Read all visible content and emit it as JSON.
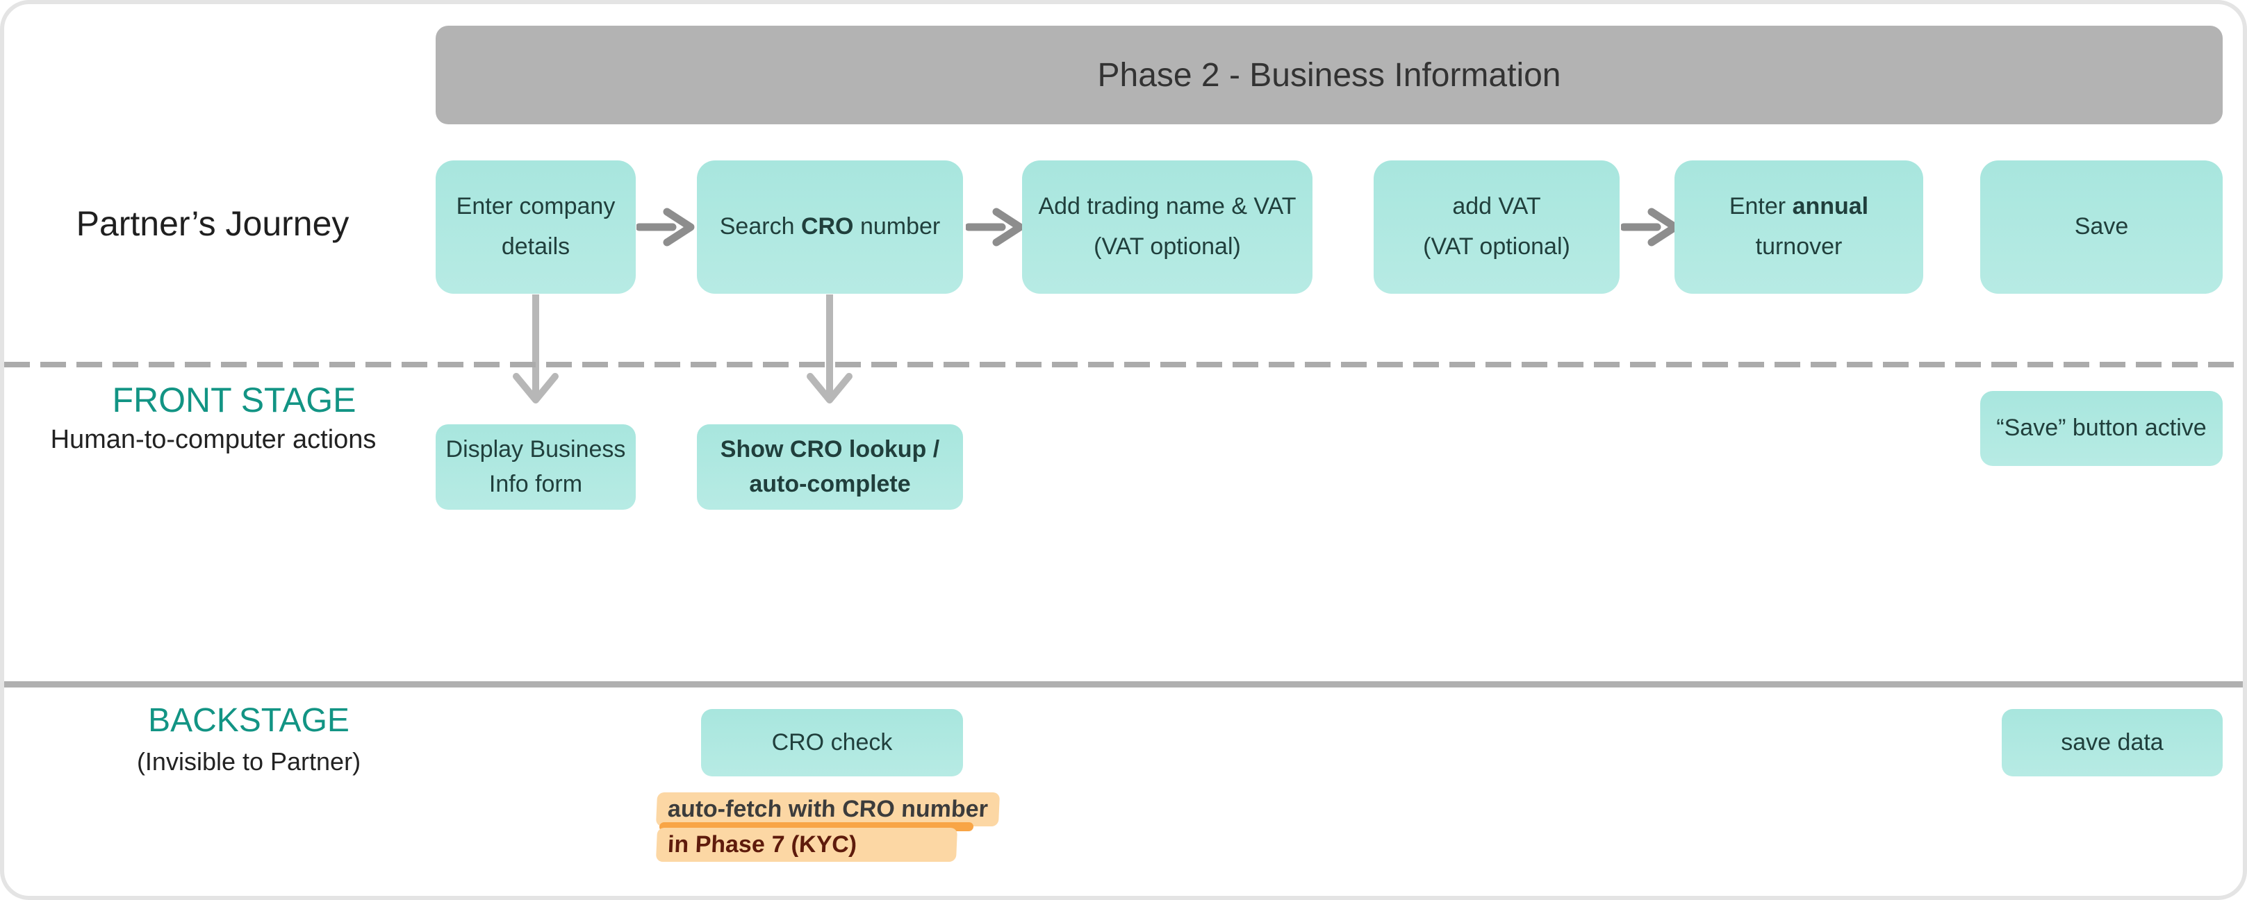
{
  "header": {
    "title": "Phase 2 - Business Information"
  },
  "lanes": {
    "journey_label": "Partner’s Journey",
    "front_stage_label": "FRONT STAGE",
    "front_stage_sublabel": "Human-to-computer actions",
    "backstage_label": "BACKSTAGE",
    "backstage_sublabel": "(Invisible to Partner)"
  },
  "journey_steps": [
    {
      "line1": "Enter company",
      "line2": "details"
    },
    {
      "pre": "Search ",
      "bold": "CRO",
      "post": " number"
    },
    {
      "line1": "Add trading name & VAT",
      "line2": "(VAT optional)"
    },
    {
      "line1": "add VAT",
      "line2": "(VAT optional)"
    },
    {
      "pre": "Enter ",
      "bold": "annual",
      "line2": "turnover"
    },
    {
      "label": "Save"
    }
  ],
  "front_stage_boxes": [
    {
      "line1": "Display Business",
      "line2": "Info form"
    },
    {
      "line1": "Show CRO lookup /",
      "line2": "auto-complete"
    },
    {
      "label": "“Save” button active"
    }
  ],
  "backstage_boxes": [
    {
      "label": "CRO check"
    },
    {
      "label": "save data"
    }
  ],
  "annotation": {
    "line1": "auto-fetch with CRO number",
    "line2": "in Phase 7 (KYC)"
  },
  "colors": {
    "box_teal": "#abe8e0",
    "header_gray": "#b3b3b3",
    "heading_teal": "#129484",
    "arrow_gray": "#8d8d8d",
    "vertical_arrow_gray": "#b7b7b7",
    "highlight_light": "#fcd7a4",
    "highlight_dark": "#f8a546",
    "annotation_text_dark": "#3c3c3c",
    "annotation_text_maroon": "#5e1b0c"
  }
}
